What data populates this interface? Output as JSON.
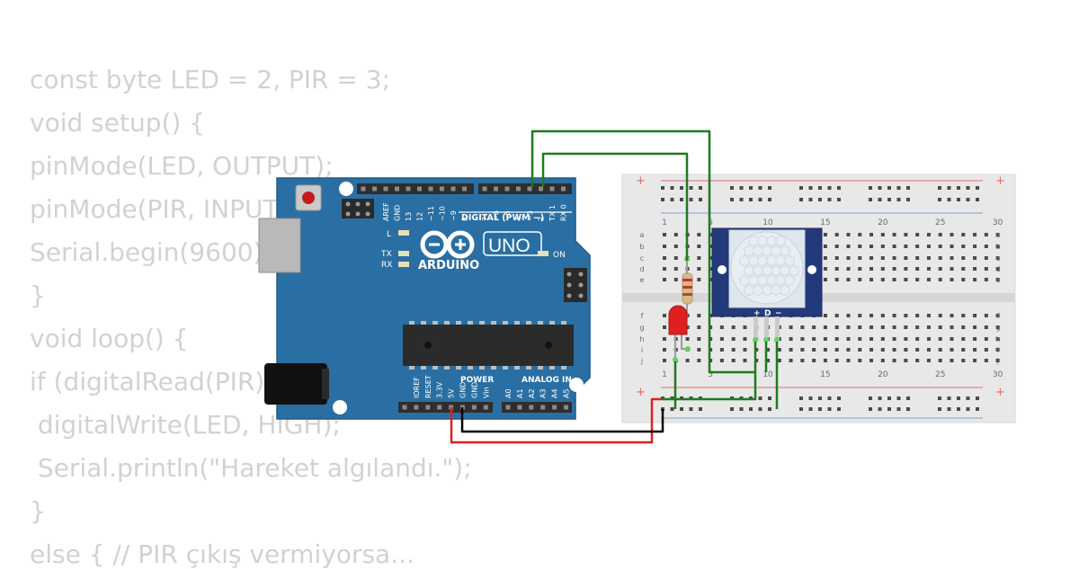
{
  "code_lines": [
    "const byte LED = 2, PIR = 3;",
    "void setup() {",
    "pinMode(LED, OUTPUT);",
    "pinMode(PIR, INPUT);",
    "Serial.begin(9600);",
    "}",
    "void loop() {",
    "if (digitalRead(PIR)) {",
    " digitalWrite(LED, HIGH);",
    " Serial.println(\"Hareket algılandı.\");",
    "}",
    "else { // PIR çıkış vermiyorsa..."
  ],
  "arduino": {
    "logo_text": "ARDUINO",
    "model": "UNO",
    "digital_label": "DIGITAL (PWM ~)",
    "power_label": "POWER",
    "analog_label": "ANALOG IN",
    "on_label": "ON",
    "l_label": "L",
    "tx_label": "TX",
    "rx_label": "RX",
    "digital_pins": [
      "AREF",
      "GND",
      "13",
      "12",
      "~11",
      "~10",
      "~9",
      "8",
      "7",
      "~6",
      "~5",
      "4",
      "~3",
      "2",
      "TX 1",
      "RX 0"
    ],
    "power_pins": [
      "IOREF",
      "RESET",
      "3.3V",
      "5V",
      "GND",
      "GND",
      "Vin"
    ],
    "analog_pins": [
      "A0",
      "A1",
      "A2",
      "A3",
      "A4",
      "A5"
    ]
  },
  "breadboard": {
    "column_numbers": [
      "1",
      "5",
      "10",
      "15",
      "20",
      "25",
      "30"
    ],
    "row_letters_top": [
      "a",
      "b",
      "c",
      "d",
      "e"
    ],
    "row_letters_bottom": [
      "f",
      "g",
      "h",
      "i",
      "j"
    ],
    "rail_plus": "+",
    "rail_minus": "-"
  },
  "pir": {
    "pin_labels": [
      "+",
      "D",
      "−"
    ]
  },
  "colors": {
    "board": "#2a6fa3",
    "wire_green": "#1f7a1f",
    "wire_red": "#e01e1e",
    "wire_black": "#000000",
    "pir_board": "#233a7a",
    "led": "#e02020"
  }
}
